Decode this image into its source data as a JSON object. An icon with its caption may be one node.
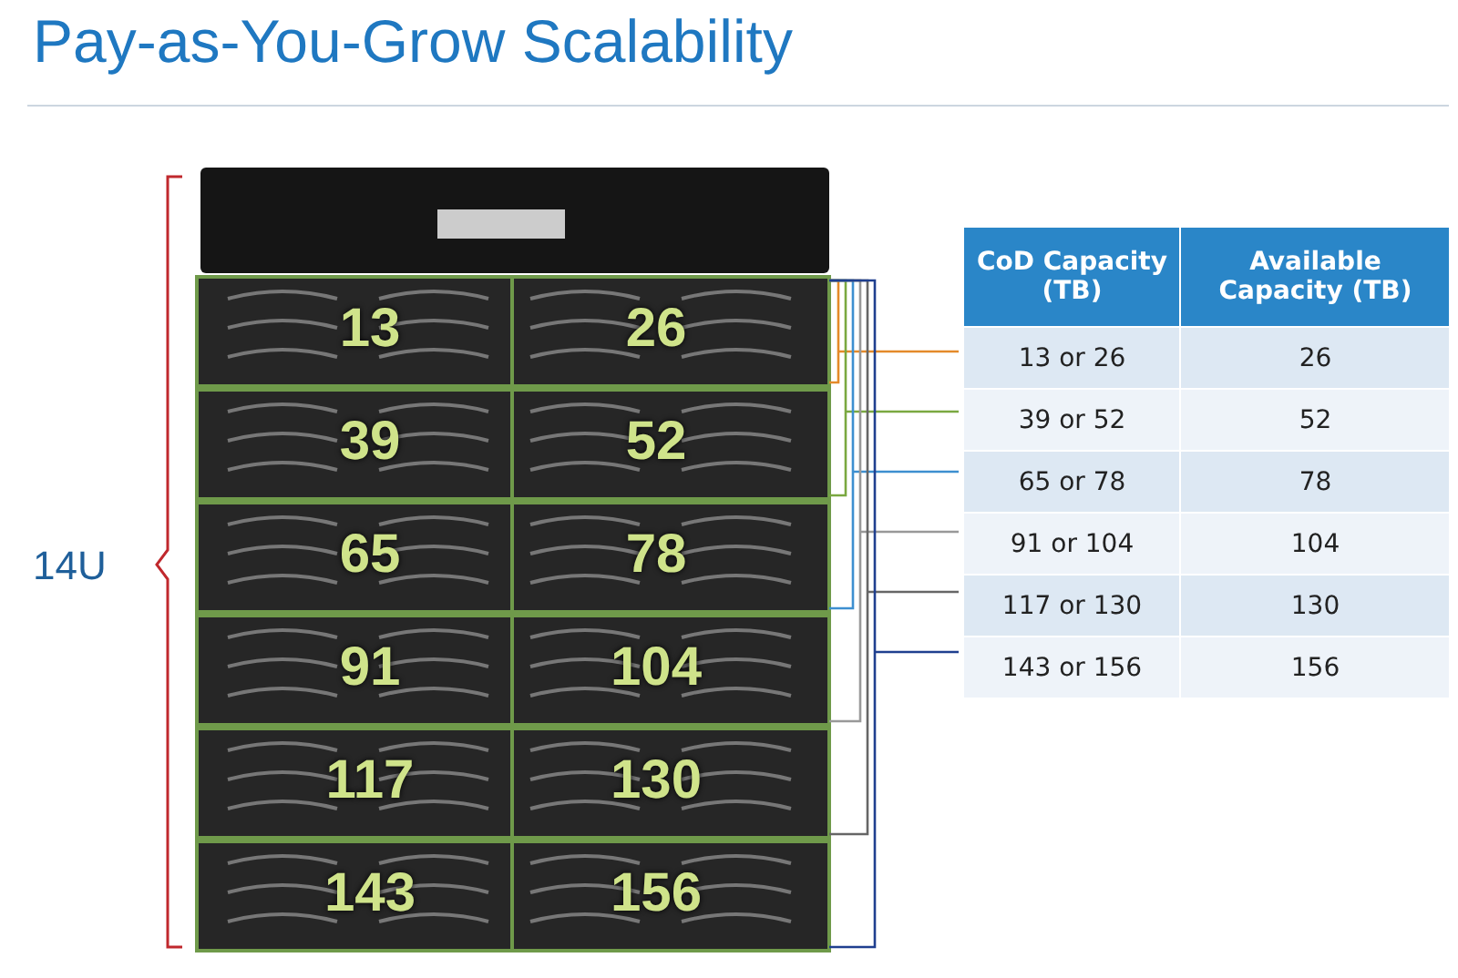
{
  "diagram": {
    "title": "Pay-as-You-Grow Scalability",
    "labels": [
      "14U",
      "13",
      "26",
      "39",
      "52",
      "65",
      "78",
      "91",
      "104",
      "117",
      "130",
      "143",
      "156",
      "CoD Capacity (TB)",
      "Available Capacity (TB)",
      "13 or 26",
      "26",
      "39 or 52",
      "52",
      "65 or 78",
      "78",
      "91 or 104",
      "104",
      "117 or 130",
      "130",
      "143 or 156",
      "156"
    ]
  }
}
